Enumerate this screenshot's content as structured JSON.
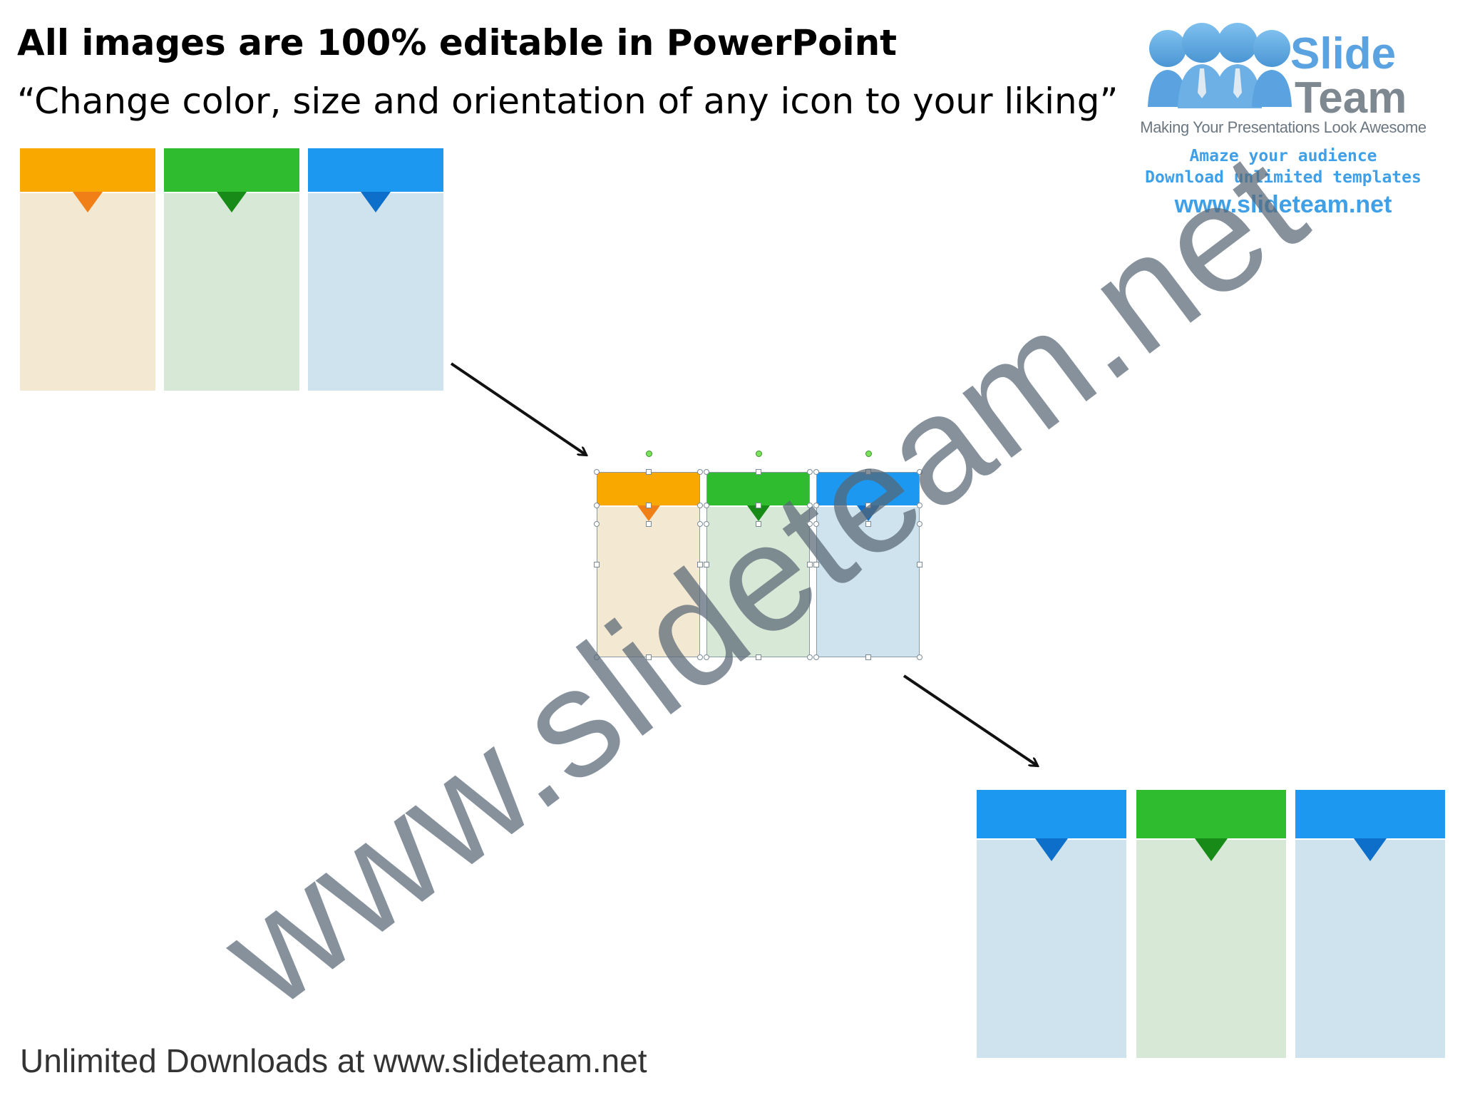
{
  "header": {
    "title": "All images are 100% editable in PowerPoint",
    "subtitle": "“Change color, size and orientation of any icon to your liking”"
  },
  "logo": {
    "brand_line1": "Slide",
    "brand_line2": "Team",
    "tagline": "Making Your Presentations Look Awesome",
    "promo_line1": "Amaze your audience",
    "promo_line2": "Download unlimited templates",
    "promo_line3": "www.slideteam.net",
    "icon": "people-group-icon"
  },
  "watermark": "www.slideteam.net",
  "footer": "Unlimited Downloads at www.slideteam.net",
  "colors": {
    "orange_head": "#f9a800",
    "orange_notch": "#ef7f16",
    "orange_body": "#f3e8d1",
    "green_head": "#2fbc2f",
    "green_notch": "#178a17",
    "green_body": "#d8e8d6",
    "blue_head": "#1c98f0",
    "blue_notch": "#0d6fc9",
    "blue_body": "#cfe3ee",
    "arrow": "#111111"
  },
  "groups": {
    "original": [
      "orange",
      "green",
      "blue"
    ],
    "editing": [
      "orange",
      "green",
      "blue"
    ],
    "recolored": [
      "blue",
      "green",
      "blue"
    ]
  },
  "arrows": [
    "arrow-to-editing",
    "arrow-to-result"
  ]
}
